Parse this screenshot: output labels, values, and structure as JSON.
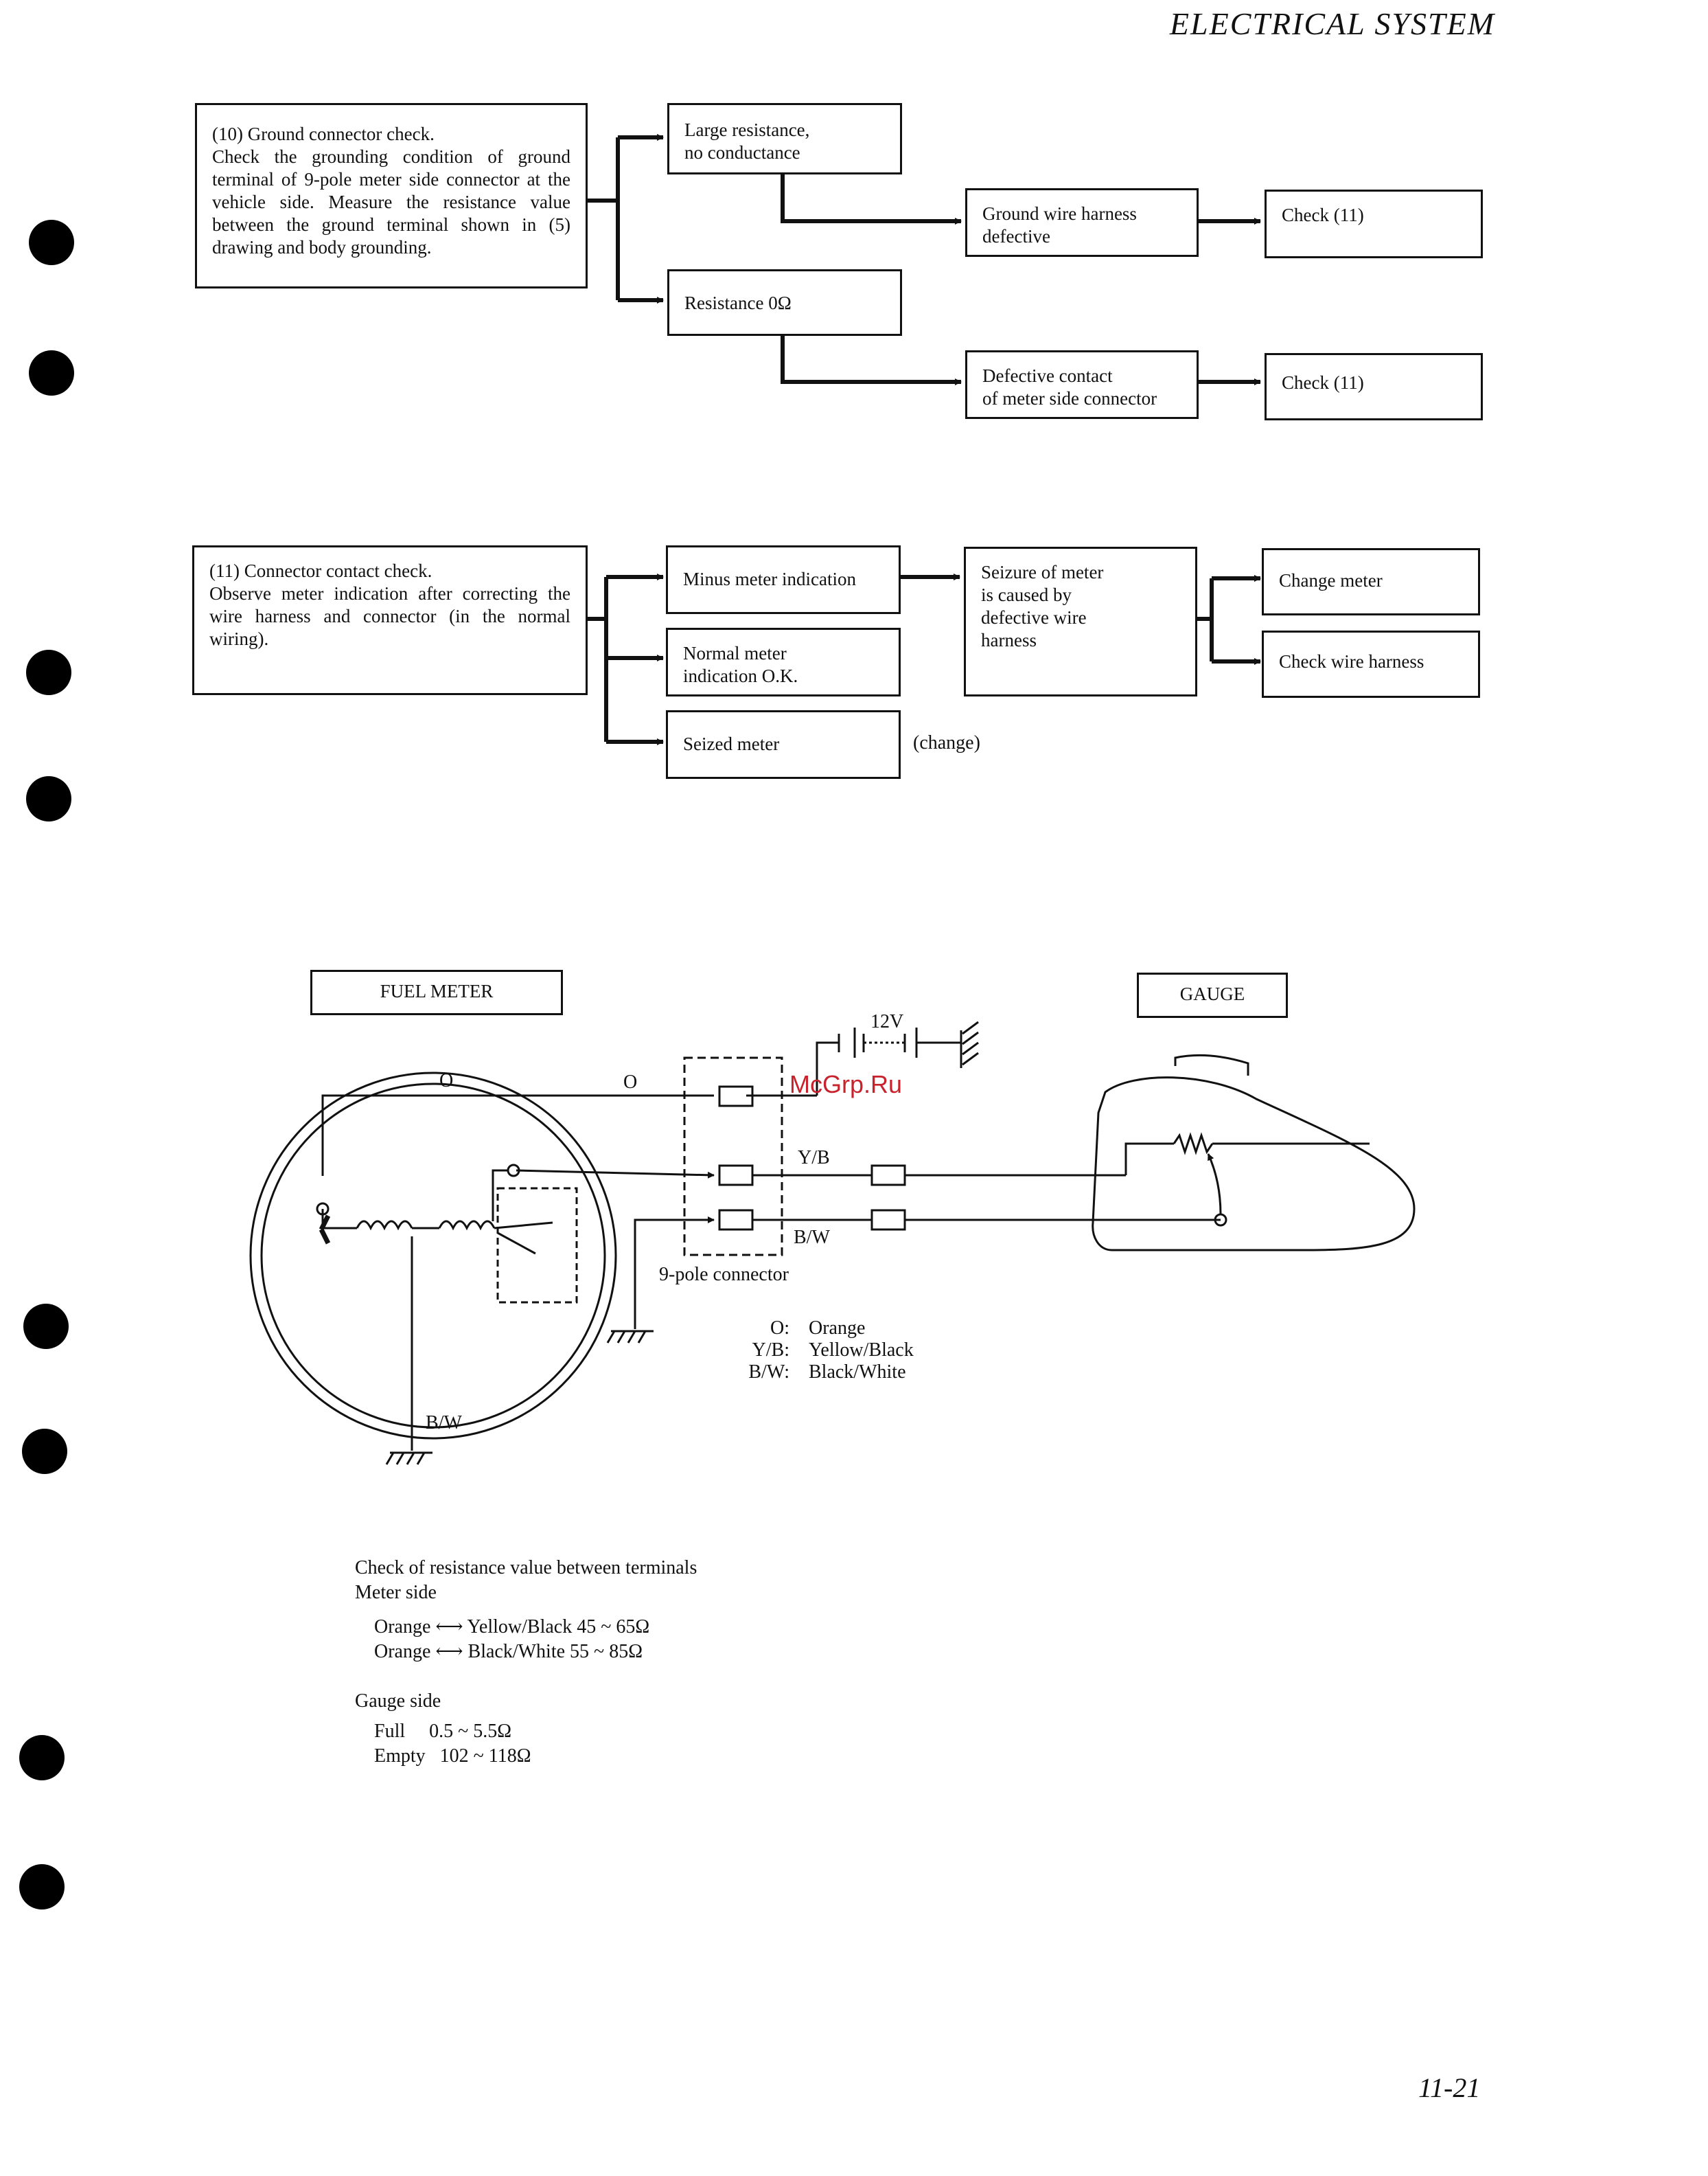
{
  "header": "ELECTRICAL SYSTEM",
  "page_number": "11-21",
  "watermark": "McGrp.Ru",
  "flow10": {
    "title": "(10) Ground connector check.",
    "body": "Check the grounding condition of ground terminal of 9-pole meter side connector at the vehicle side. Measure the resistance value between the ground terminal shown in (5) drawing and body grounding.",
    "large_resistance": [
      "Large resistance,",
      "no conductance"
    ],
    "resistance_zero": "Resistance 0Ω",
    "ground_wire": [
      "Ground wire harness",
      "defective"
    ],
    "defective_contact": [
      "Defective contact",
      "of meter side connector"
    ],
    "check_a": "Check (11)",
    "check_b": "Check (11)"
  },
  "flow11": {
    "title": "(11) Connector contact check.",
    "body": "Observe meter indication after correcting the wire harness and connector (in the normal wiring).",
    "minus": "Minus meter indication",
    "normal": [
      "Normal meter",
      "indication O.K."
    ],
    "seized": "Seized meter",
    "change_note": "(change)",
    "seizure": [
      "Seizure of meter",
      "is caused by",
      "defective wire",
      "harness"
    ],
    "change_meter": "Change meter",
    "check_harness": "Check wire harness"
  },
  "diagram": {
    "fuel_meter": "FUEL METER",
    "gauge": "GAUGE",
    "voltage": "12V",
    "o_left": "O",
    "o_right": "O",
    "yb": "Y/B",
    "bw_right": "B/W",
    "bw_left": "B/W",
    "connector": "9-pole connector",
    "legend": [
      {
        "code": "O:",
        "color": "Orange"
      },
      {
        "code": "Y/B:",
        "color": "Yellow/Black"
      },
      {
        "code": "B/W:",
        "color": "Black/White"
      }
    ]
  },
  "spec": {
    "title": "Check of resistance value between terminals",
    "meter_side": "Meter side",
    "meter_rows": [
      "Orange ⟷ Yellow/Black 45 ~ 65Ω",
      "Orange ⟷ Black/White 55 ~ 85Ω"
    ],
    "gauge_side": "Gauge side",
    "gauge_rows": [
      "Full     0.5 ~ 5.5Ω",
      "Empty   102 ~ 118Ω"
    ]
  }
}
